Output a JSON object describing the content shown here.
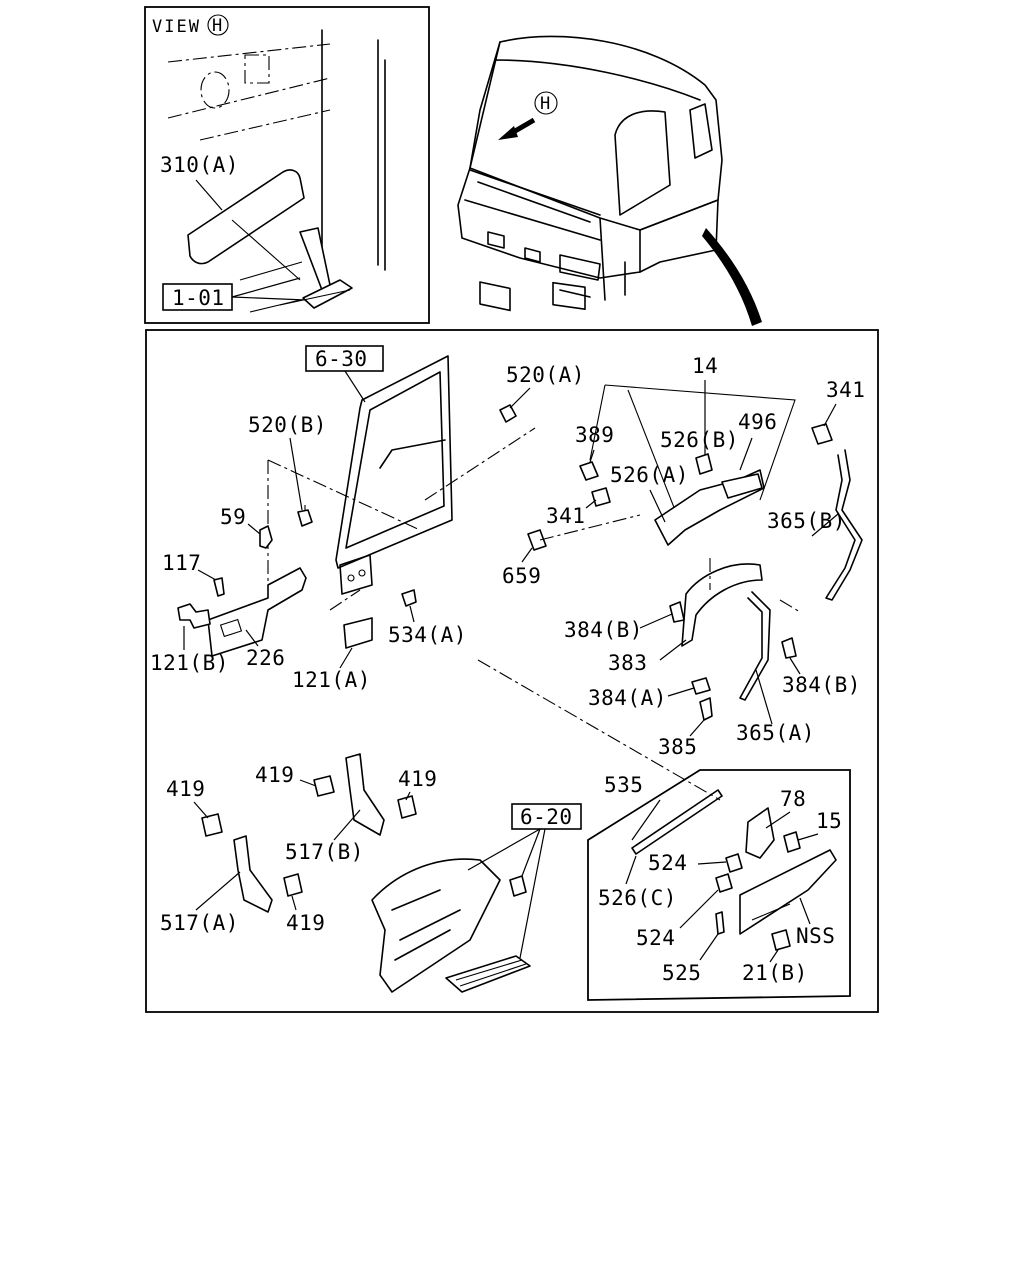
{
  "view_inset": {
    "view_label": "VIEW",
    "view_letter": "H",
    "part_310A": "310(A)",
    "ref_1_01": "1-01"
  },
  "cab": {
    "view_marker": "H"
  },
  "main": {
    "ref_6_30": "6-30",
    "ref_6_20": "6-20",
    "labels": {
      "p520A": "520(A)",
      "p520B": "520(B)",
      "p59": "59",
      "p117": "117",
      "p121B": "121(B)",
      "p226": "226",
      "p121A": "121(A)",
      "p534A": "534(A)",
      "p14": "14",
      "p496": "496",
      "p389": "389",
      "p526B": "526(B)",
      "p526A": "526(A)",
      "p341a": "341",
      "p341b": "341",
      "p659": "659",
      "p365B": "365(B)",
      "p384B_1": "384(B)",
      "p383": "383",
      "p384A": "384(A)",
      "p384B_2": "384(B)",
      "p385": "385",
      "p365A": "365(A)",
      "p419_1": "419",
      "p419_2": "419",
      "p419_3": "419",
      "p419_4": "419",
      "p517B": "517(B)",
      "p517A": "517(A)"
    }
  },
  "detail_inset": {
    "p535": "535",
    "p78": "78",
    "p15": "15",
    "p524a": "524",
    "p526C": "526(C)",
    "p524b": "524",
    "pNSS": "NSS",
    "p525": "525",
    "p21B": "21(B)"
  }
}
